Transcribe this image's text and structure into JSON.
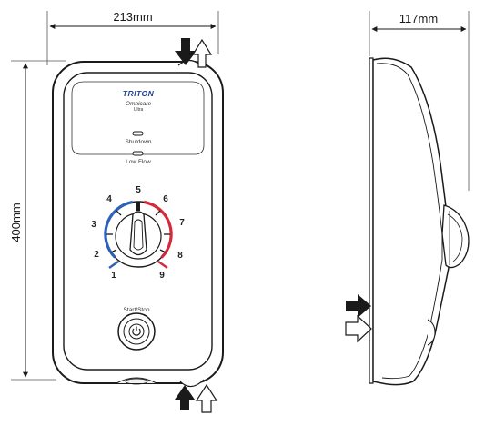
{
  "dimensions": {
    "width": "213mm",
    "height": "400mm",
    "depth": "117mm"
  },
  "front_panel": {
    "brand": "TRITON",
    "model_line1": "Omnicare",
    "model_line2": "Ultra",
    "shutdown_label": "Shutdown",
    "low_flow_label": "Low Flow",
    "start_stop_label": "Start/Stop",
    "dial_numbers": [
      "1",
      "2",
      "3",
      "4",
      "5",
      "6",
      "7",
      "8",
      "9"
    ]
  },
  "colors": {
    "cold": "#2e62b8",
    "hot": "#d42a3c",
    "outline": "#1a1a1a"
  },
  "arrows": {
    "top": [
      "filled-arrow-down",
      "outline-arrow-up"
    ],
    "bottom": [
      "filled-arrow-up",
      "outline-arrow-up"
    ],
    "side": [
      "filled-arrow-right",
      "outline-arrow-right"
    ]
  }
}
